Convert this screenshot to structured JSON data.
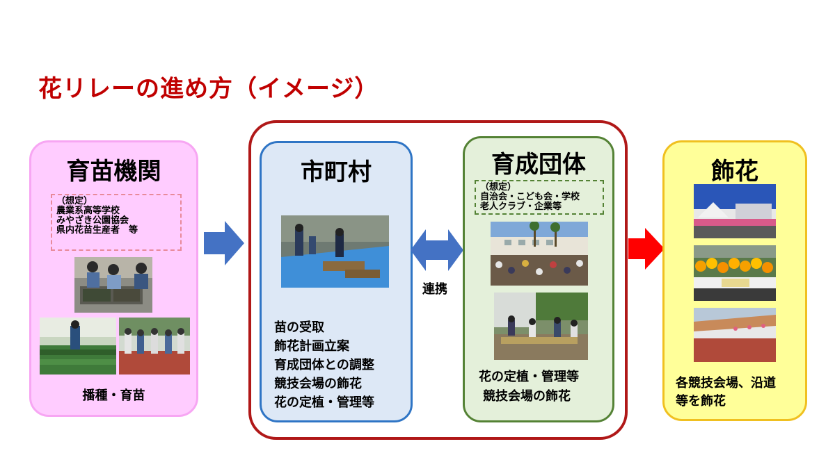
{
  "title": "花リレーの進め方（イメージ）",
  "nursery": {
    "heading": "育苗機関",
    "assumed_label": "（想定）",
    "assumed_lines": [
      "農業系高等学校",
      "みやざき公園協会",
      "県内花苗生産者　等"
    ],
    "caption": "播種・育苗"
  },
  "municipality": {
    "heading": "市町村",
    "tasks": [
      "苗の受取",
      "飾花計画立案",
      "育成団体との調整",
      "競技会場の飾花",
      "花の定植・管理等"
    ]
  },
  "link_label": "連携",
  "groups": {
    "heading": "育成団体",
    "assumed_label": "（想定）",
    "assumed_lines": [
      "自治会・こども会・学校",
      "老人クラブ・企業等"
    ],
    "tasks": [
      "花の定植・管理等",
      "競技会場の飾花"
    ]
  },
  "decoration": {
    "heading": "飾花",
    "caption_lines": [
      "各競技会場、沿道",
      "等を飾花"
    ]
  },
  "colors": {
    "title": "#c00000",
    "nursery_fill": "#ffccff",
    "nursery_border": "#f7a6f3",
    "outer_frame": "#b01818",
    "municipality_fill": "#dde8f6",
    "municipality_border": "#2f75c5",
    "groups_fill": "#e4f0da",
    "groups_border": "#548235",
    "decoration_fill": "#ffff99",
    "decoration_border": "#f0c020",
    "blue_arrow": "#4472c4",
    "red_arrow": "#ff0000"
  }
}
